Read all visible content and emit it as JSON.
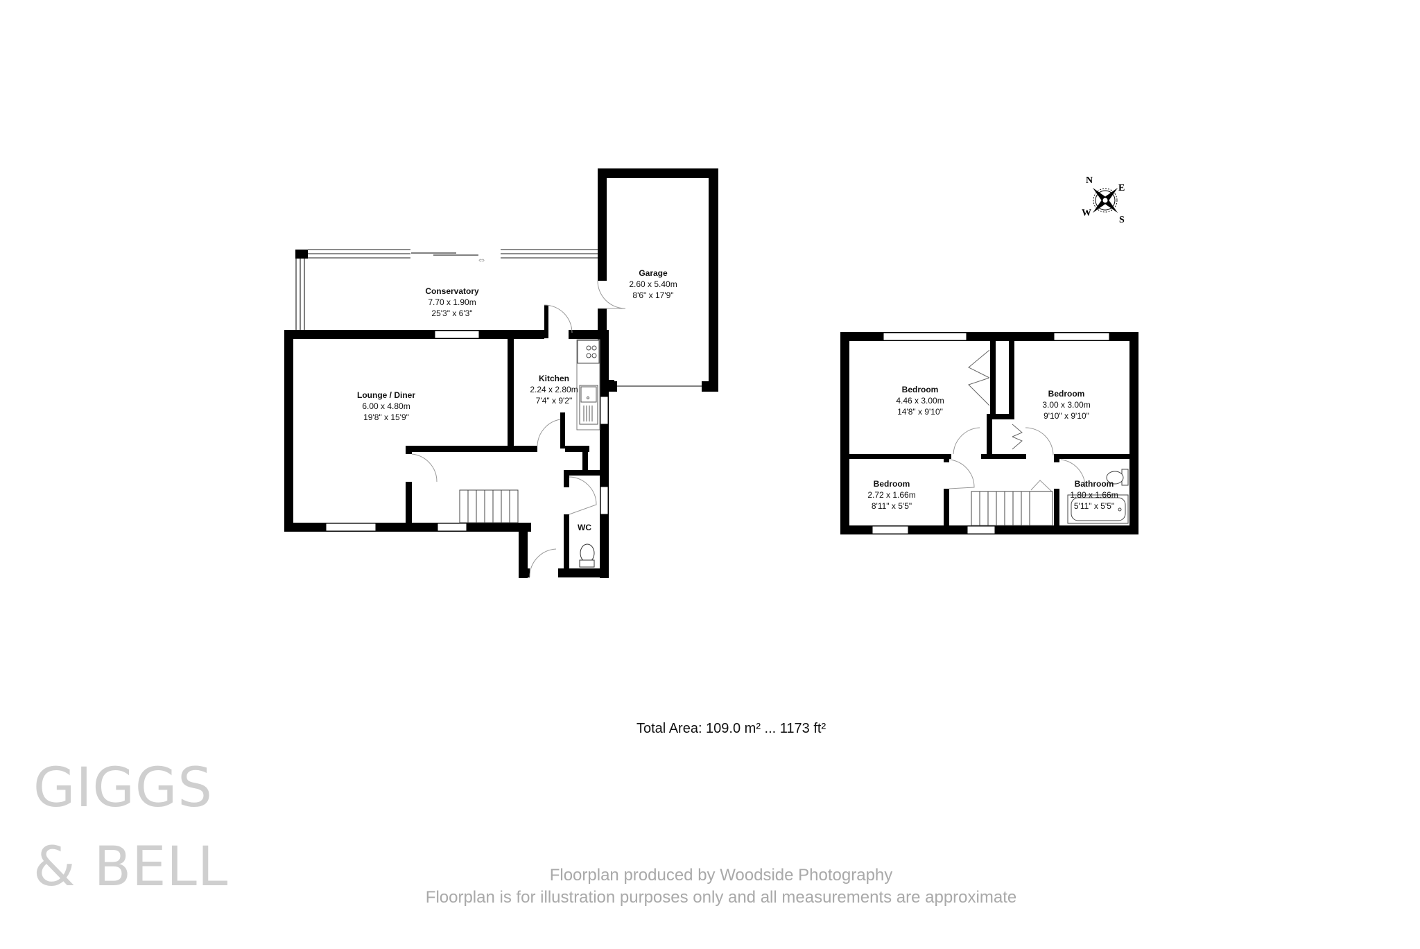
{
  "floorplan": {
    "ground_floor": {
      "rooms": [
        {
          "name": "Conservatory",
          "metric": "7.70 x 1.90m",
          "imperial": "25'3\" x 6'3\""
        },
        {
          "name": "Garage",
          "metric": "2.60 x 5.40m",
          "imperial": "8'6\" x 17'9\""
        },
        {
          "name": "Kitchen",
          "metric": "2.24 x 2.80m",
          "imperial": "7'4\" x 9'2\""
        },
        {
          "name": "Lounge / Diner",
          "metric": "6.00 x 4.80m",
          "imperial": "19'8\" x 15'9\""
        },
        {
          "name": "WC"
        }
      ]
    },
    "first_floor": {
      "rooms": [
        {
          "name": "Bedroom",
          "metric": "4.46 x 3.00m",
          "imperial": "14'8\" x 9'10\""
        },
        {
          "name": "Bedroom",
          "metric": "3.00 x 3.00m",
          "imperial": "9'10\" x 9'10\""
        },
        {
          "name": "Bedroom",
          "metric": "2.72 x 1.66m",
          "imperial": "8'11\" x 5'5\""
        },
        {
          "name": "Bathroom",
          "metric": "1.80 x 1.66m",
          "imperial": "5'11\" x 5'5\""
        }
      ]
    },
    "compass": {
      "n": "N",
      "e": "E",
      "s": "S",
      "w": "W"
    },
    "total_area": "Total Area: 109.0 m² ... 1173 ft²"
  },
  "branding": {
    "line1": "GIGGS",
    "line2": "& BELL"
  },
  "credits": {
    "line1": "Floorplan produced by Woodside Photography",
    "line2": "Floorplan is for illustration purposes only and all measurements are approximate"
  },
  "colors": {
    "wall": "#000000",
    "brand": "#cfcfcf",
    "credits": "#a9a9a9"
  }
}
